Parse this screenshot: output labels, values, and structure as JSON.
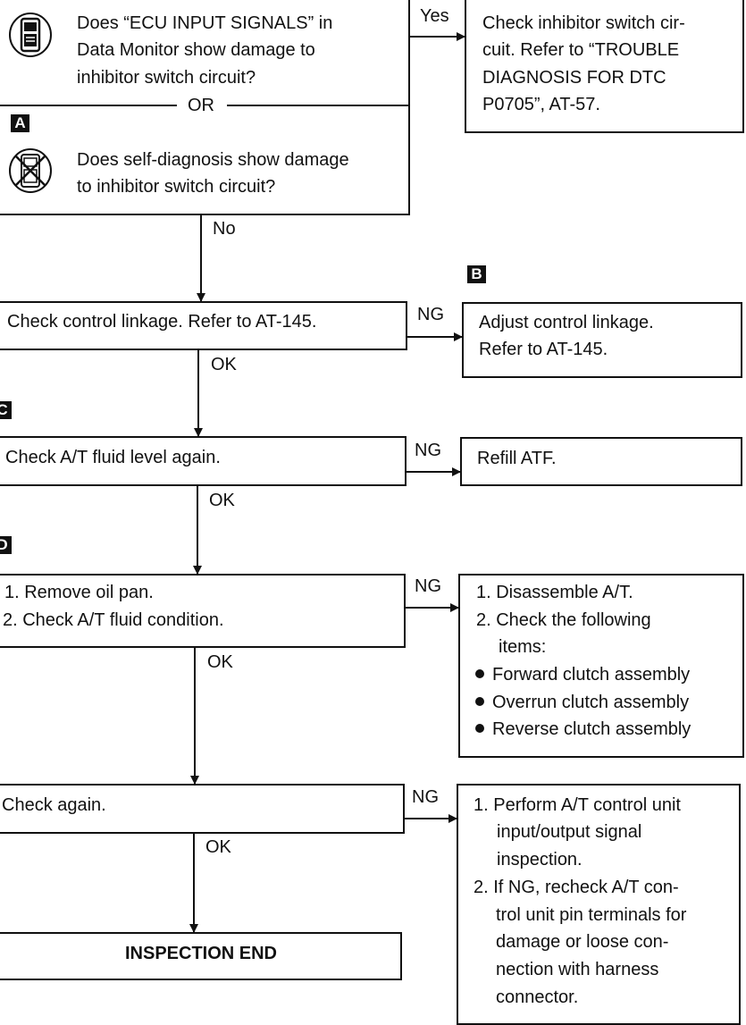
{
  "box1": {
    "q1_lines": [
      "Does “ECU INPUT SIGNALS” in",
      "Data Monitor show damage to",
      "inhibitor switch circuit?"
    ],
    "or_label": "OR",
    "tag": "A",
    "q2_lines": [
      "Does self-diagnosis show damage",
      "to inhibitor switch circuit?"
    ]
  },
  "yes_box": {
    "lines": [
      "Check inhibitor switch cir-",
      "cuit. Refer to “TROUBLE",
      "DIAGNOSIS FOR DTC",
      "P0705”, AT-57."
    ]
  },
  "labels": {
    "yes": "Yes",
    "no": "No",
    "ng": "NG",
    "ok": "OK"
  },
  "step_linkage": {
    "text": "Check control linkage. Refer to AT-145.",
    "tag": "B"
  },
  "fix_linkage": {
    "lines": [
      "Adjust control linkage.",
      "Refer to AT-145."
    ]
  },
  "step_fluid_level": {
    "text": "Check A/T fluid level again.",
    "tag": "C"
  },
  "fix_fluid_level": {
    "text": "Refill ATF."
  },
  "step_oil_pan": {
    "lines": [
      "1. Remove oil pan.",
      "2. Check A/T fluid condition."
    ],
    "tag": "D"
  },
  "fix_oil_pan": {
    "lines": [
      "1. Disassemble A/T.",
      "2. Check the following",
      "items:"
    ],
    "bullets": [
      "Forward clutch assembly",
      "Overrun clutch assembly",
      "Reverse clutch assembly"
    ]
  },
  "step_check_again": {
    "text": "Check again."
  },
  "fix_check_again": {
    "lines": [
      "1. Perform A/T control unit",
      "input/output signal",
      "inspection.",
      "2. If NG, recheck A/T con-",
      "trol unit pin terminals for",
      "damage or loose con-",
      "nection with harness",
      "connector."
    ]
  },
  "end_box": {
    "text": "INSPECTION END"
  },
  "icons": {
    "monitor": "consult-monitor-icon",
    "selfdiag": "self-diagnosis-icon"
  }
}
